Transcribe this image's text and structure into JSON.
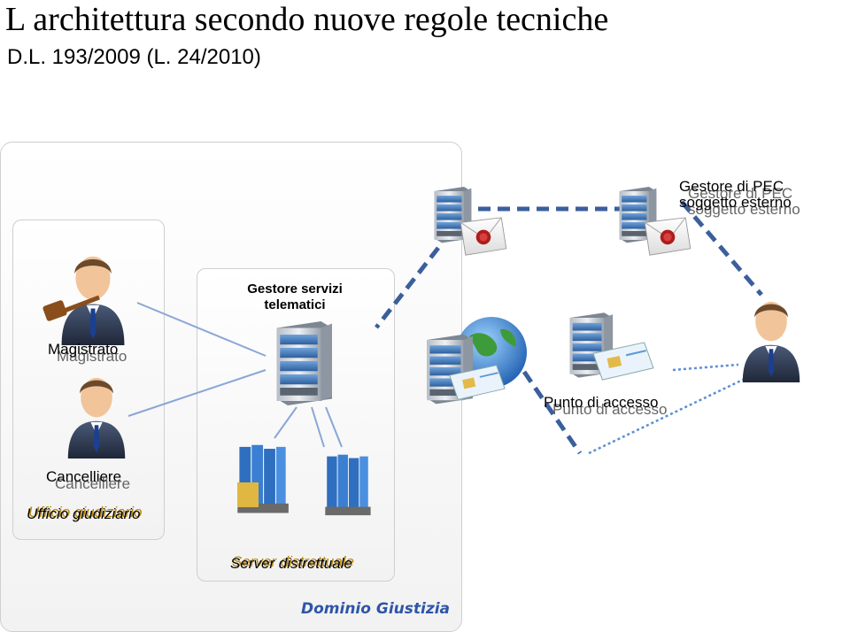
{
  "header": {
    "title": "L architettura secondo nuove regole tecniche",
    "subtitle": "D.L. 193/2009 (L. 24/2010)"
  },
  "labels": {
    "pec_line1": "Gestore di PEC",
    "pec_line2": "soggetto esterno",
    "gestore_servizi_line1": "Gestore servizi",
    "gestore_servizi_line2": "telematici",
    "magistrato": "Magistrato",
    "cancelliere": "Cancelliere",
    "ufficio": "Ufficio giudiziario",
    "punto_accesso": "Punto di accesso",
    "server_distrettuale": "Server distrettuale",
    "dominio": "Dominio Giustizia"
  },
  "colors": {
    "accent_blue": "#2e55a8",
    "dashed_link": "#3a5f9c",
    "solid_link": "#8aa6d6",
    "server_body": "#d9dde3",
    "server_screen": "#4f86c6"
  },
  "icons": [
    "judge-icon",
    "clerk-icon",
    "server-icon",
    "mail-seal-icon",
    "globe-icon",
    "smartcard-icon",
    "binder-icon",
    "user-icon"
  ]
}
